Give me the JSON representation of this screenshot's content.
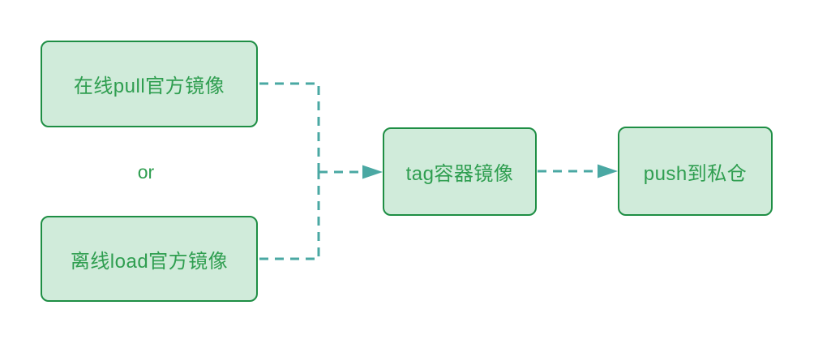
{
  "diagram": {
    "background": "#ffffff",
    "colors": {
      "node_fill": "#d0ebda",
      "node_border": "#1e8e44",
      "node_text": "#2f9e50",
      "connector": "#4aa8a3",
      "or_text": "#2f9e50"
    },
    "nodes": [
      {
        "id": "online-pull",
        "label": "在线pull官方镜像"
      },
      {
        "id": "offline-load",
        "label": "离线load官方镜像"
      },
      {
        "id": "tag",
        "label": "tag容器镜像"
      },
      {
        "id": "push",
        "label": "push到私仓"
      }
    ],
    "or_label": "or",
    "edges": [
      {
        "from": "online-pull",
        "to": "tag",
        "style": "dashed",
        "arrow": true
      },
      {
        "from": "offline-load",
        "to": "tag",
        "style": "dashed",
        "arrow": true
      },
      {
        "from": "tag",
        "to": "push",
        "style": "dashed",
        "arrow": true
      }
    ]
  }
}
